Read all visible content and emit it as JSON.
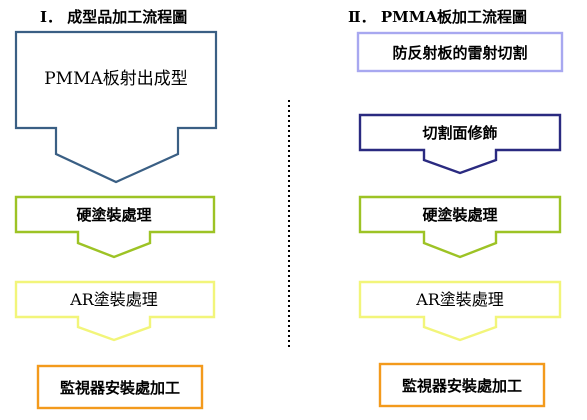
{
  "colors": {
    "blue_dark": "#3a5f84",
    "lime": "#9dc325",
    "yellow": "#f2f57a",
    "orange": "#f39a1c",
    "lavender": "#a8a8f0",
    "navy": "#2a2a80",
    "divider": "#000000"
  },
  "left": {
    "title": "Ⅰ．  成型品加工流程圖",
    "steps": [
      {
        "label": "PMMA板射出成型"
      },
      {
        "label": "硬塗裝處理"
      },
      {
        "label": "AR塗裝處理"
      },
      {
        "label": "監視器安裝處加工"
      }
    ]
  },
  "right": {
    "title": "Ⅱ．  PMMA板加工流程圖",
    "steps": [
      {
        "label": "防反射板的雷射切割"
      },
      {
        "label": "切割面修飾"
      },
      {
        "label": "硬塗裝處理"
      },
      {
        "label": "AR塗裝處理"
      },
      {
        "label": "監視器安裝處加工"
      }
    ]
  }
}
